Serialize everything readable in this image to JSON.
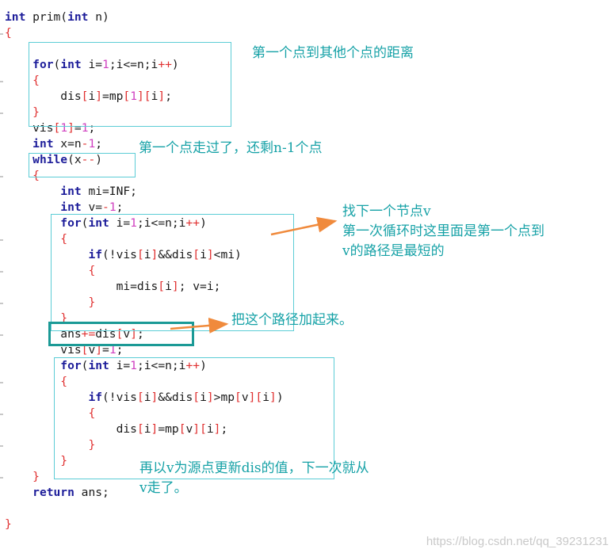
{
  "code_lines": [
    "int prim(int n)",
    "{",
    "",
    "    for(int i=1;i<=n;i++)",
    "    {",
    "        dis[i]=mp[1][i];",
    "    }",
    "    vis[1]=1;",
    "    int x=n-1;",
    "    while(x--)",
    "    {",
    "        int mi=INF;",
    "        int v=-1;",
    "        for(int i=1;i<=n;i++)",
    "        {",
    "            if(!vis[i]&&dis[i]<mi)",
    "            {",
    "                mi=dis[i]; v=i;",
    "            }",
    "        }",
    "        ans+=dis[v];",
    "        vis[v]=1;",
    "        for(int i=1;i<=n;i++)",
    "        {",
    "            if(!vis[i]&&dis[i]>mp[v][i])",
    "            {",
    "                dis[i]=mp[v][i];",
    "            }",
    "        }",
    "    }",
    "    return ans;",
    "",
    "}"
  ],
  "annotations": {
    "note1": "第一个点到其他个点的距离",
    "note2": "第一个点走过了，还剩n-1个点",
    "note3_line1": "找下一个节点v",
    "note3_line2": "第一次循环时这里面是第一个点到",
    "note3_line3": "v的路径是最短的",
    "note4": "把这个路径加起来。",
    "note5_line1": "再以v为源点更新dis的值，下一次就从",
    "note5_line2": "v走了。"
  },
  "watermark": "https://blog.csdn.net/qq_39231231",
  "colors": {
    "keyword": "#1d1d9a",
    "number": "#d040c0",
    "bracket": "#e03030",
    "annotation_text": "#17a2a7",
    "box_border": "#5ccdd6",
    "arrow": "#f08a3c"
  }
}
